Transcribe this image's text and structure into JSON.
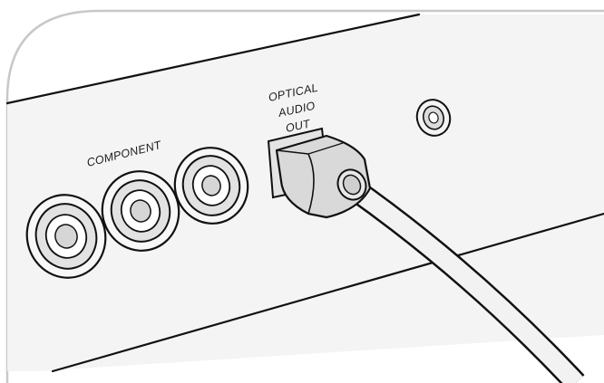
{
  "labels": {
    "component": "COMPONENT",
    "optical_line1": "OPTICAL",
    "optical_line2": "AUDIO",
    "optical_line3": "OUT"
  },
  "colors": {
    "frame": "#c8c8c8",
    "panel": "#f1f1f1",
    "port_fill": "#e6e6e6",
    "port_inner": "#cfcfcf",
    "line": "#111111"
  }
}
